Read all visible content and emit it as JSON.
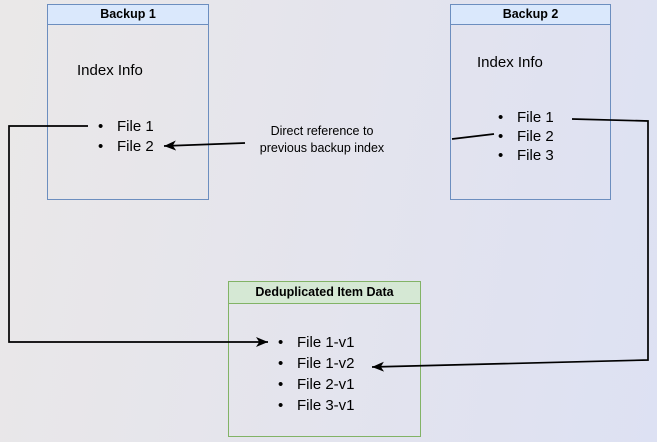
{
  "colors": {
    "bg-left": "#eae8e8",
    "bg-right": "#dde1f3",
    "blue-fill": "#dae8fc",
    "blue-border": "#6c8ebf",
    "green-fill": "#d5e8d4",
    "green-border": "#82b366",
    "arrow": "#000000"
  },
  "backup1": {
    "title": "Backup 1",
    "body_label": "Index Info",
    "files": [
      "File 1",
      "File 2"
    ]
  },
  "backup2": {
    "title": "Backup 2",
    "body_label": "Index Info",
    "files": [
      "File 1",
      "File 2",
      "File 3"
    ]
  },
  "dedup": {
    "title": "Deduplicated Item Data",
    "items": [
      "File 1-v1",
      "File 1-v2",
      "File 2-v1",
      "File 3-v1"
    ]
  },
  "annotation": {
    "line1": "Direct reference to",
    "line2": "previous backup index"
  }
}
